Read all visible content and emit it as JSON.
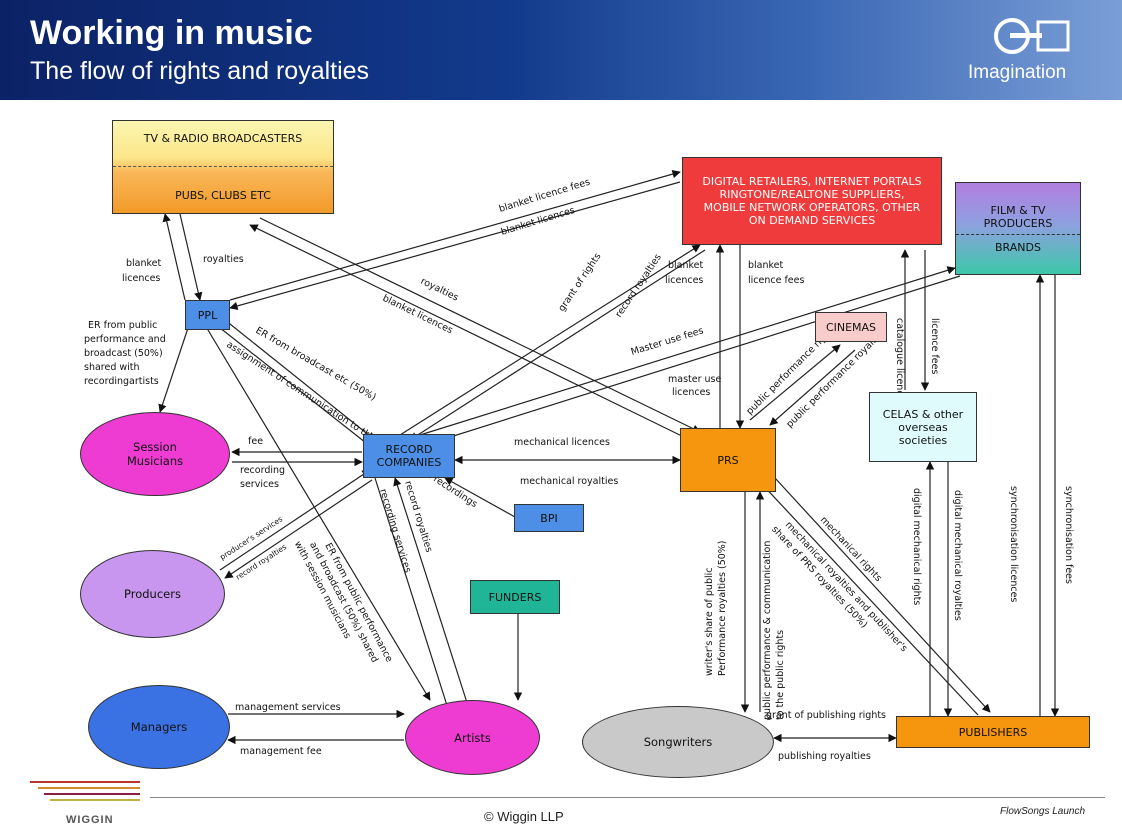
{
  "header": {
    "title": "Working in music",
    "subtitle": "The flow of rights and royalties",
    "logo_text": "Imagination"
  },
  "nodes": {
    "tv": "TV & RADIO BROADCASTERS",
    "pubs": "PUBS, CLUBS ETC",
    "digital": "DIGITAL RETAILERS, INTERNET PORTALS RINGTONE/REALTONE SUPPLIERS, MOBILE NETWORK OPERATORS, OTHER ON DEMAND SERVICES",
    "film": "FILM & TV PRODUCERS",
    "brands": "BRANDS",
    "ppl": "PPL",
    "cinemas": "CINEMAS",
    "celas": "CELAS & other overseas societies",
    "session": "Session Musicians",
    "record": "RECORD COMPANIES",
    "prs": "PRS",
    "bpi": "BPI",
    "producers": "Producers",
    "funders": "FUNDERS",
    "managers": "Managers",
    "artists": "Artists",
    "songwriters": "Songwriters",
    "publishers": "PUBLISHERS"
  },
  "labels": {
    "blanket_licence_fees_top": "blanket licence fees",
    "blanket_licences_top": "blanket licences",
    "blanket_licences_left": "blanket licences",
    "royalties_left": "royalties",
    "royalties_diag": "royalties",
    "blanket_licences_diag": "blanket licences",
    "grant_of_rights": "grant of rights",
    "record_royalties_top": "record royalties",
    "blanket_licences_dr": "blanket licences",
    "blanket_licence_fees_dr": "blanket licence fees",
    "catalogue_licences": "catalogue licences",
    "licence_fees": "licence fees",
    "master_use_fees": "Master use fees",
    "master_use_licences": "master use licences",
    "public_performance_rights": "public performance rights",
    "public_performance_royalties": "public performance royalties",
    "er_public": "ER from public performance and broadcast (50%) shared with recording artists",
    "er_broadcast": "ER from broadcast etc (50%)",
    "assignment": "assignment of communication to the public right in recordings",
    "fee": "fee",
    "recording_services": "recording services",
    "mechanical_licences": "mechanical licences",
    "mechanical_royalties": "mechanical royalties",
    "producers_services": "producer's services",
    "record_royalties_prod": "record royalties",
    "recording_services_diag": "recording services",
    "record_royalties_art": "record royalties",
    "er_public_art": "ER from public performance and broadcast (50%) shared with session musicians",
    "writers_share": "writer's share of public performance royalties (50%)",
    "pp_comm": "public performance & communication to the public rights",
    "mech_royalties_share": "mechanical royalties and publisher's share of PRS royalties (50%)",
    "mechanical_rights": "mechanical rights",
    "digital_mech_rights": "digital mechanical rights",
    "digital_mech_royalties": "digital mechanical royalties",
    "sync_licences": "synchronisation licences",
    "sync_fees": "synchronisation fees",
    "management_services": "management services",
    "management_fee": "management fee",
    "grant_publishing": "grant of publishing rights",
    "publishing_royalties": "publishing royalties"
  },
  "footer": {
    "copyright": "© Wiggin LLP",
    "flowsongs": "FlowSongs Launch",
    "wiggin": "WIGGIN"
  }
}
